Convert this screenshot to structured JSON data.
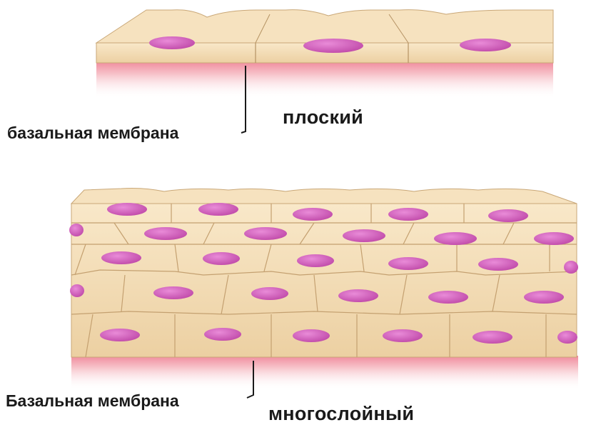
{
  "simple": {
    "title": "плоский",
    "membrane_label": "базальная мембрана"
  },
  "stratified": {
    "title": "многослойный",
    "membrane_label": "Базальная мембрана"
  },
  "colors": {
    "cell": "#f0d4a8",
    "cell_light": "#f8e6c6",
    "cell_edge": "#c9a777",
    "nucleus": "#cc58b8",
    "membrane": "#f4b0b8"
  }
}
